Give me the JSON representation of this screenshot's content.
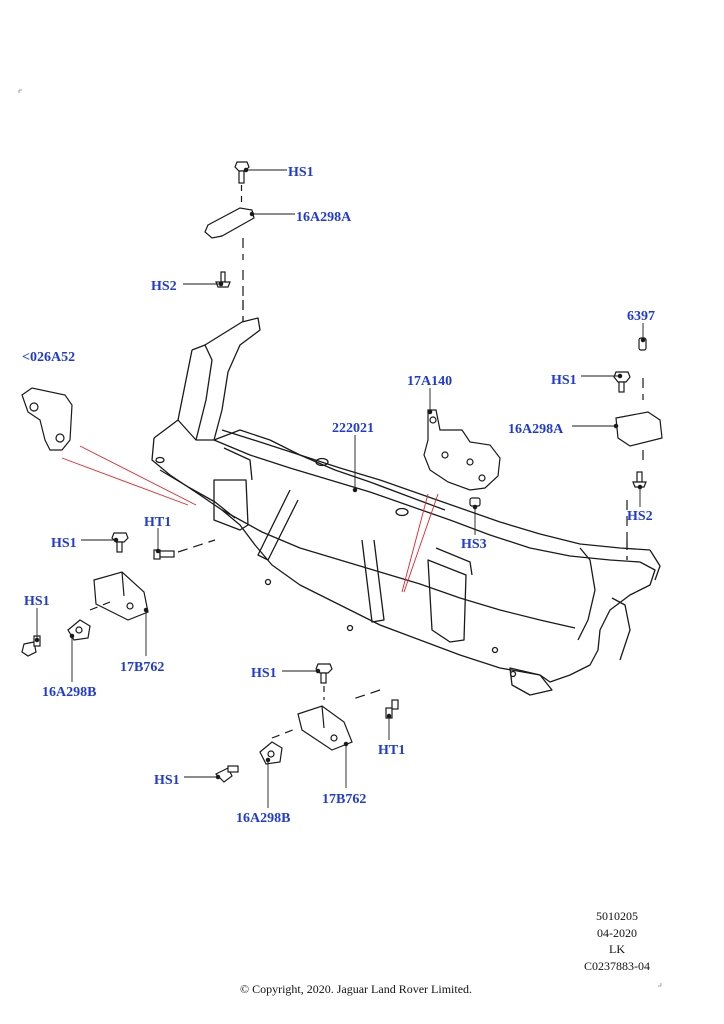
{
  "labels": {
    "hs1_top": "HS1",
    "p16a298a_top": "16A298A",
    "hs2_top": "HS2",
    "p026a52": "<026A52",
    "p222021": "222021",
    "p17a140": "17A140",
    "p6397": "6397",
    "hs1_right": "HS1",
    "p16a298a_right": "16A298A",
    "hs2_right": "HS2",
    "hs3": "HS3",
    "hs1_left_top": "HS1",
    "ht1_left": "HT1",
    "hs1_left_side": "HS1",
    "p17b762_left": "17B762",
    "p16a298b_left": "16A298B",
    "hs1_center_top": "HS1",
    "ht1_center": "HT1",
    "hs1_center_bottom": "HS1",
    "p16a298b_center": "16A298B",
    "p17b762_center": "17B762"
  },
  "colors": {
    "label": "#1f3ad6",
    "linework": "#1a1a1a",
    "callout_red": "#e0262b"
  },
  "meta": {
    "line1": "5010205",
    "line2": "04-2020",
    "line3": "LK",
    "line4": "C0237883-04"
  },
  "copyright": "© Copyright, 2020. Jaguar Land Rover Limited."
}
